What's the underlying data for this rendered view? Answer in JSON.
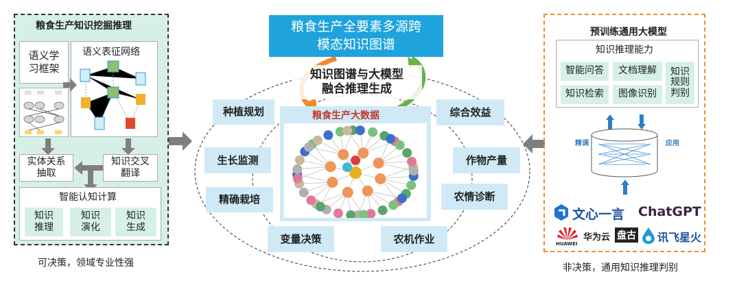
{
  "left": {
    "title": "粮食生产知识挖掘推理",
    "semantic_framework": "语义学\n习框架",
    "semantic_network": "语义表征网络",
    "entity_extraction": "实体关系\n抽取",
    "knowledge_translation": "知识交叉\n翻译",
    "cognitive": {
      "title": "智能认知计算",
      "items": [
        "知识\n推理",
        "知识\n演化",
        "知识\n生成"
      ]
    },
    "caption": "可决策，领域专业性强"
  },
  "center": {
    "title": "粮食生产全要素多源跨\n模态知识图谱",
    "fusion": "知识图谱与大模型\n融合推理生成",
    "bigdata": "粮食生产大数据",
    "labels": [
      "种植规划",
      "生长监测",
      "精确栽培",
      "变量决策",
      "农机作业",
      "农情诊断",
      "作物产量",
      "综合效益"
    ]
  },
  "right": {
    "title": "预训练通用大模型",
    "ability": {
      "title": "知识推理能力",
      "items": [
        "智能问答",
        "文档理解",
        "知识检索",
        "图像识别",
        "知识\n规则\n判别"
      ]
    },
    "finetune": "精调",
    "apply": "应用",
    "logos": [
      "文心一言",
      "ChatGPT",
      "HUAWEI",
      "华为云",
      "盘古",
      "讯飞星火"
    ],
    "caption": "非决策，通用知识推理判别"
  },
  "colors": {
    "mint": "#d6f0e8",
    "blue": "#1ea3dc",
    "label": "#cfeaf6",
    "orange": "#f08a2a",
    "arrow": "#7f7f7f"
  }
}
